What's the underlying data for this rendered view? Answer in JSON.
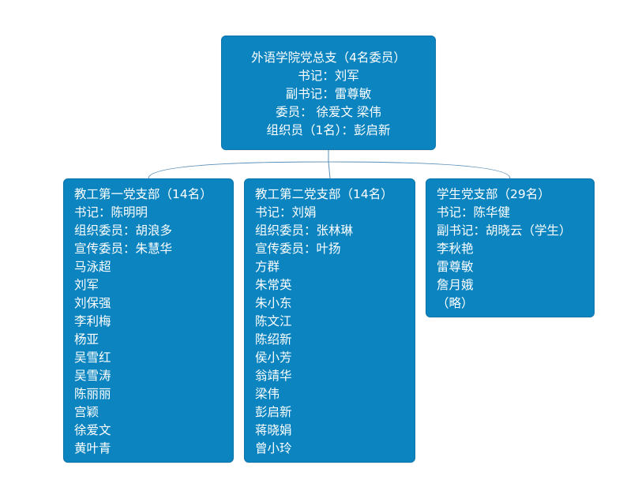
{
  "root": {
    "lines": [
      "外语学院党总支（4名委员）",
      "书记：刘军",
      "副书记：雷尊敏",
      "委员： 徐爱文 梁伟",
      "组织员（1名）：彭启新"
    ]
  },
  "branches": [
    {
      "lines": [
        "教工第一党支部（14名）",
        "书记：陈明明",
        "组织委员：胡浪多",
        "宣传委员：朱慧华",
        "马泳超",
        "刘军",
        "刘保强",
        "李利梅",
        "杨亚",
        "吴雪红",
        "吴雪涛",
        "陈丽丽",
        "宫颖",
        "徐爱文",
        "黄叶青"
      ]
    },
    {
      "lines": [
        "教工第二党支部（14名）",
        "书记：刘娟",
        "组织委员：张林琳",
        "宣传委员：叶扬",
        "方群",
        "朱常英",
        "朱小东",
        "陈文江",
        "陈绍新",
        "侯小芳",
        "翁靖华",
        "梁伟",
        "彭启新",
        "蒋晓娟",
        "曾小玲"
      ]
    },
    {
      "lines": [
        "学生党支部（29名）",
        "书记：陈华健",
        "副书记：胡晓云（学生）",
        "李秋艳",
        "雷尊敏",
        "詹月娥",
        "（略）"
      ]
    }
  ],
  "colors": {
    "node_fill": "#0b84c0",
    "node_text": "#ffffff",
    "connector": "#5a8fb8"
  }
}
